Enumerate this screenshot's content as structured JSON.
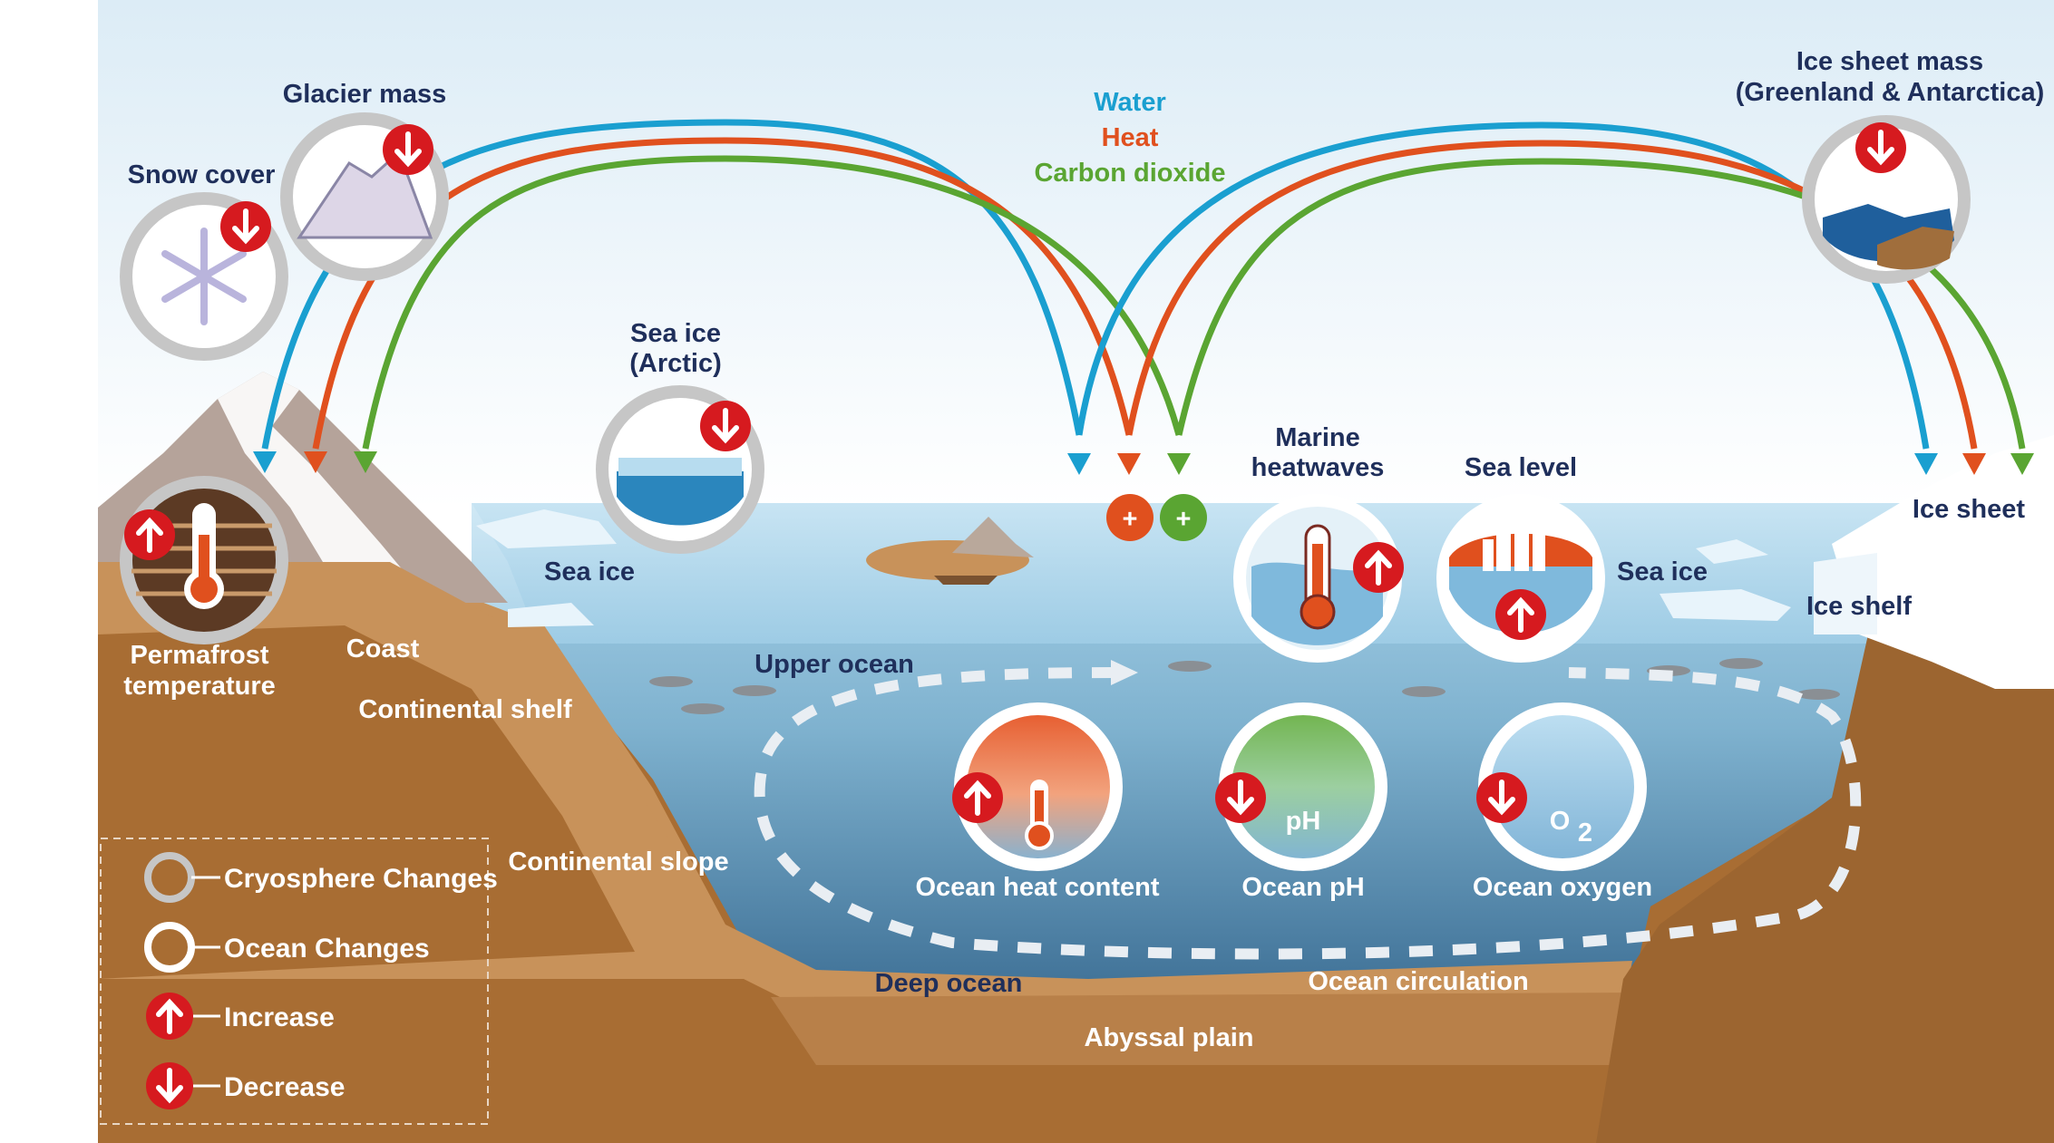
{
  "flux_legend": {
    "water": "Water",
    "heat": "Heat",
    "co2": "Carbon dioxide"
  },
  "colors": {
    "water": "#1a9fd0",
    "heat": "#e0501e",
    "co2": "#5aa532",
    "increase_decrease_badge": "#d61a1f",
    "cryosphere_ring": "#c6c6c6",
    "ocean_ring": "#ffffff",
    "ground": "#a86d33",
    "label_dark": "#1f2f5b"
  },
  "cryosphere": {
    "snow_cover": {
      "label": "Snow cover",
      "trend": "decrease",
      "icon": "snowflake-icon"
    },
    "glacier_mass": {
      "label": "Glacier mass",
      "trend": "decrease",
      "icon": "mountain-icon"
    },
    "sea_ice_arctic": {
      "label_line1": "Sea ice",
      "label_line2": "(Arctic)",
      "trend": "decrease",
      "icon": "sea-ice-icon"
    },
    "ice_sheet_mass": {
      "label_line1": "Ice sheet mass",
      "label_line2": "(Greenland & Antarctica)",
      "trend": "decrease",
      "icon": "ice-sheet-icon"
    },
    "permafrost": {
      "label_line1": "Permafrost",
      "label_line2": "temperature",
      "trend": "increase",
      "icon": "thermometer-icon"
    }
  },
  "ocean": {
    "marine_heatwaves": {
      "label_line1": "Marine",
      "label_line2": "heatwaves",
      "trend": "increase",
      "icon": "thermometer-icon"
    },
    "sea_level": {
      "label": "Sea level",
      "trend": "increase",
      "icon": "city-flood-icon"
    },
    "ocean_heat_content": {
      "label": "Ocean heat content",
      "trend": "increase",
      "icon": "thermometer-icon"
    },
    "ocean_ph": {
      "label": "Ocean pH",
      "trend": "decrease",
      "icon_text": "pH"
    },
    "ocean_oxygen": {
      "label": "Ocean oxygen",
      "trend": "decrease",
      "icon_text": "O",
      "icon_sub": "2"
    }
  },
  "plus_badges": [
    "+",
    "+"
  ],
  "places": {
    "sea_ice_left": "Sea ice",
    "sea_ice_right": "Sea ice",
    "ice_sheet": "Ice sheet",
    "ice_shelf": "Ice shelf",
    "coast": "Coast",
    "continental_shelf": "Continental shelf",
    "continental_slope": "Continental slope",
    "upper_ocean": "Upper ocean",
    "deep_ocean": "Deep ocean",
    "ocean_circulation": "Ocean circulation",
    "abyssal_plain": "Abyssal plain"
  },
  "legend": {
    "cryosphere": "Cryosphere Changes",
    "ocean": "Ocean Changes",
    "increase": "Increase",
    "decrease": "Decrease"
  }
}
